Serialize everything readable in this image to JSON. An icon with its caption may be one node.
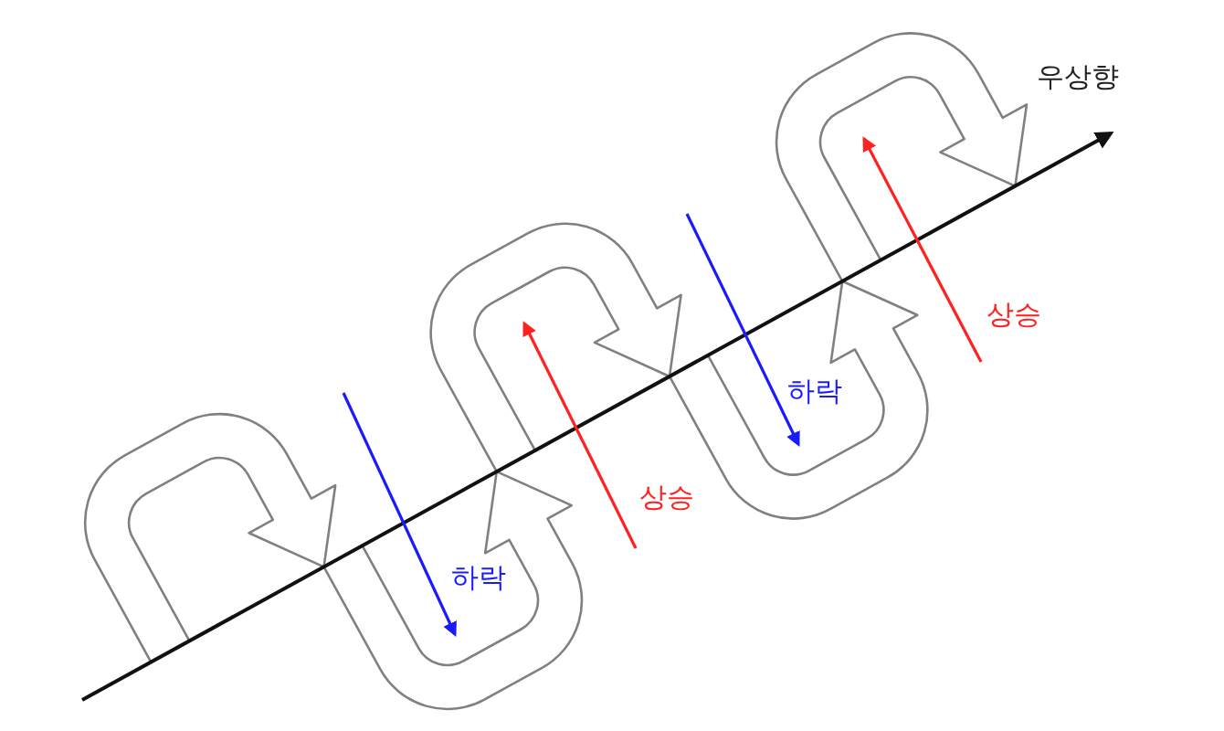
{
  "diagram": {
    "labels": [
      "우상향",
      "상승",
      "하락",
      "상승",
      "하락"
    ]
  }
}
